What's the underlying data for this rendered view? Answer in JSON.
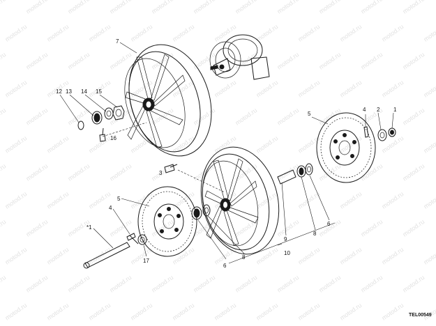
{
  "watermark": "motod.ru",
  "reference_code": "TEL00549",
  "callouts": {
    "c1_top": "1",
    "c2_top": "2",
    "c4_top": "4",
    "c5_right": "5",
    "c7": "7",
    "c12": "12",
    "c13": "13",
    "c14": "14",
    "c15": "15",
    "c16": "16",
    "c3": "3",
    "c5_left": "5",
    "c4_left": "4",
    "c1_left": "*1",
    "c17": "17",
    "c6_left": "6",
    "c8_left": "8",
    "c9": "9",
    "c8_right": "8",
    "c6_right": "6",
    "c10": "10"
  }
}
